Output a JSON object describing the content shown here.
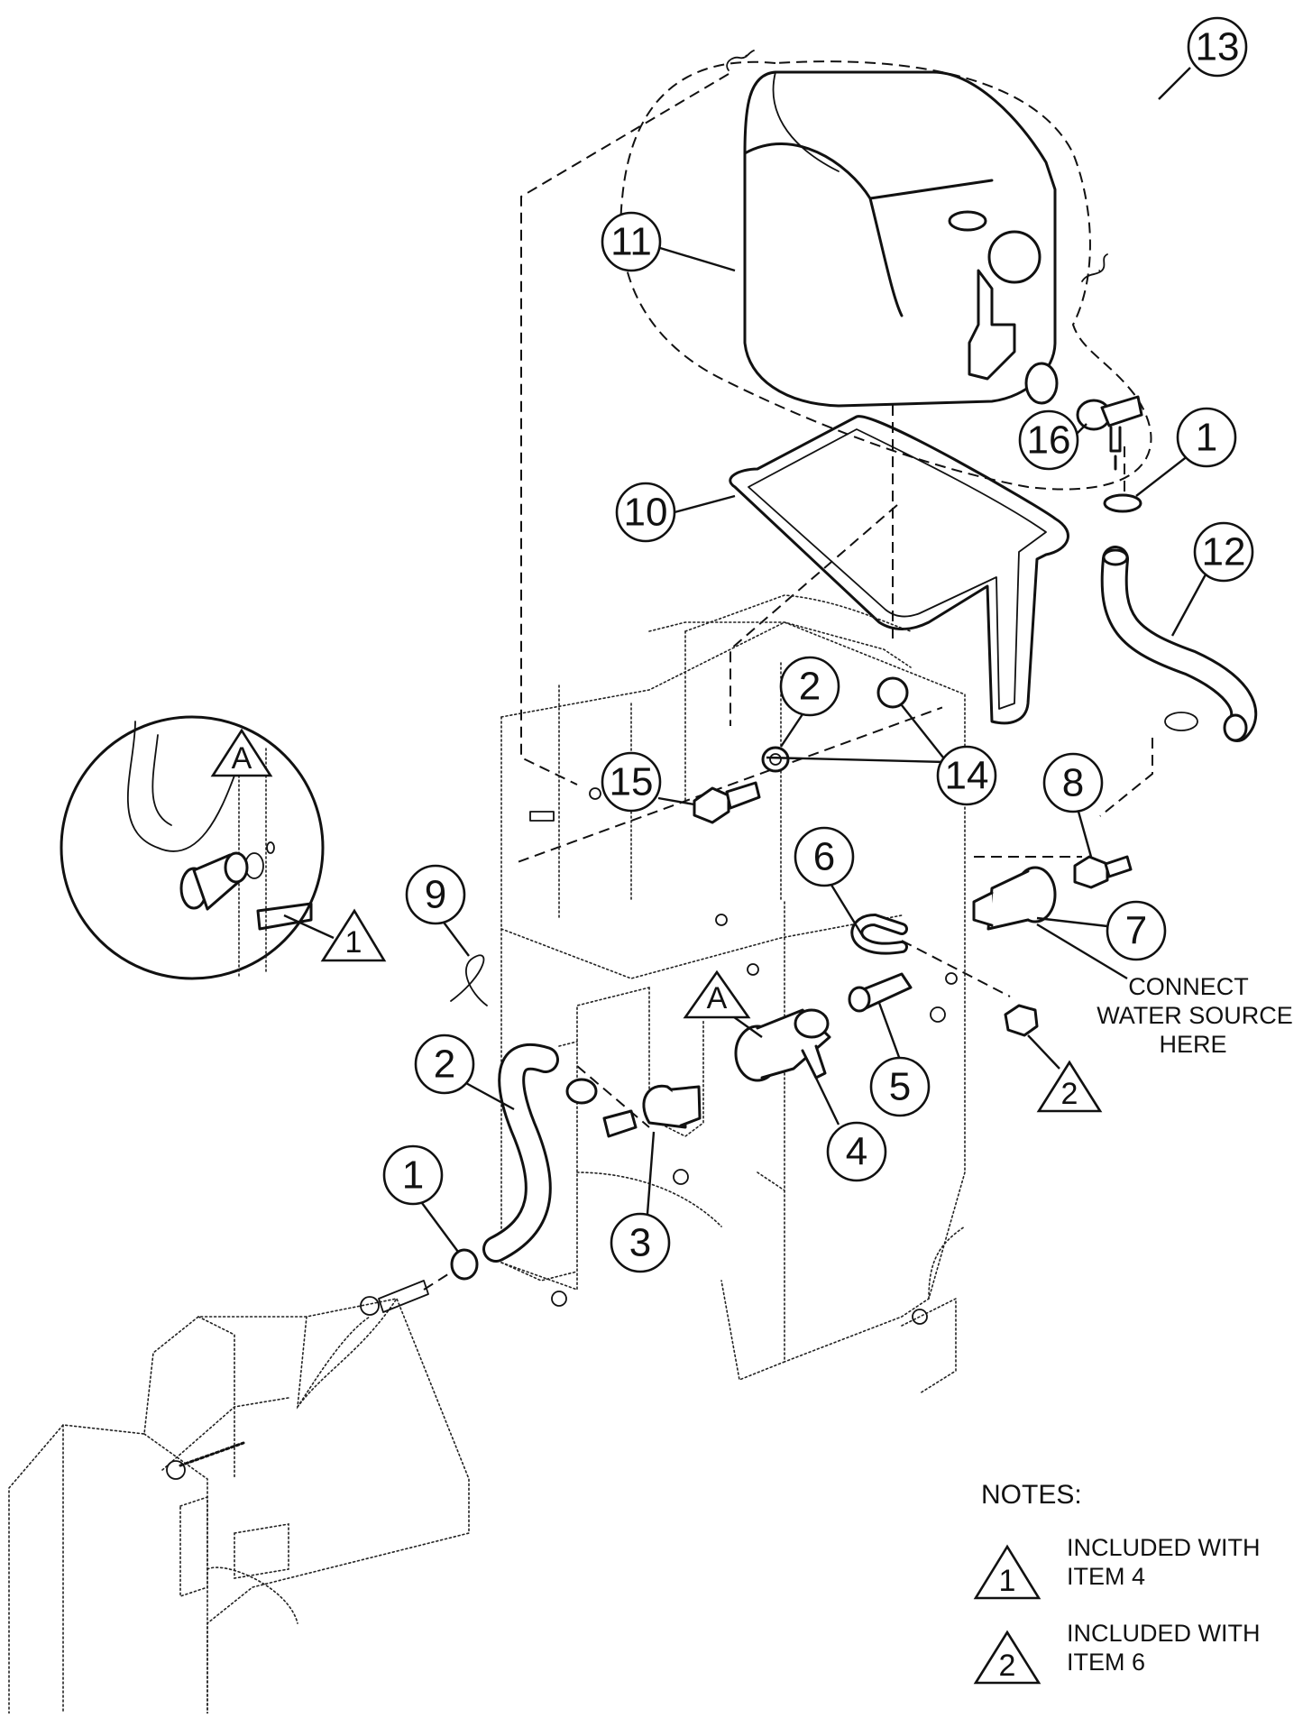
{
  "callouts": [
    {
      "label": "13"
    },
    {
      "label": "11"
    },
    {
      "label": "16"
    },
    {
      "label": "1"
    },
    {
      "label": "10"
    },
    {
      "label": "12"
    },
    {
      "label": "2"
    },
    {
      "label": "14"
    },
    {
      "label": "15"
    },
    {
      "label": "8"
    },
    {
      "label": "6"
    },
    {
      "label": "9"
    },
    {
      "label": "7"
    },
    {
      "label": "5"
    },
    {
      "label": "4"
    },
    {
      "label": "2"
    },
    {
      "label": "1"
    },
    {
      "label": "3"
    }
  ],
  "markers": {
    "detail_a_top": "A",
    "detail_a_part": "A",
    "detail_note": "1",
    "nut_note": "2"
  },
  "water_label": {
    "line1": "CONNECT",
    "line2": "WATER SOURCE",
    "line3": "HERE"
  },
  "notes": {
    "title": "NOTES:",
    "items": [
      {
        "symbol": "1",
        "line1": "INCLUDED WITH",
        "line2": "ITEM 4"
      },
      {
        "symbol": "2",
        "line1": "INCLUDED WITH",
        "line2": "ITEM 6"
      }
    ]
  }
}
